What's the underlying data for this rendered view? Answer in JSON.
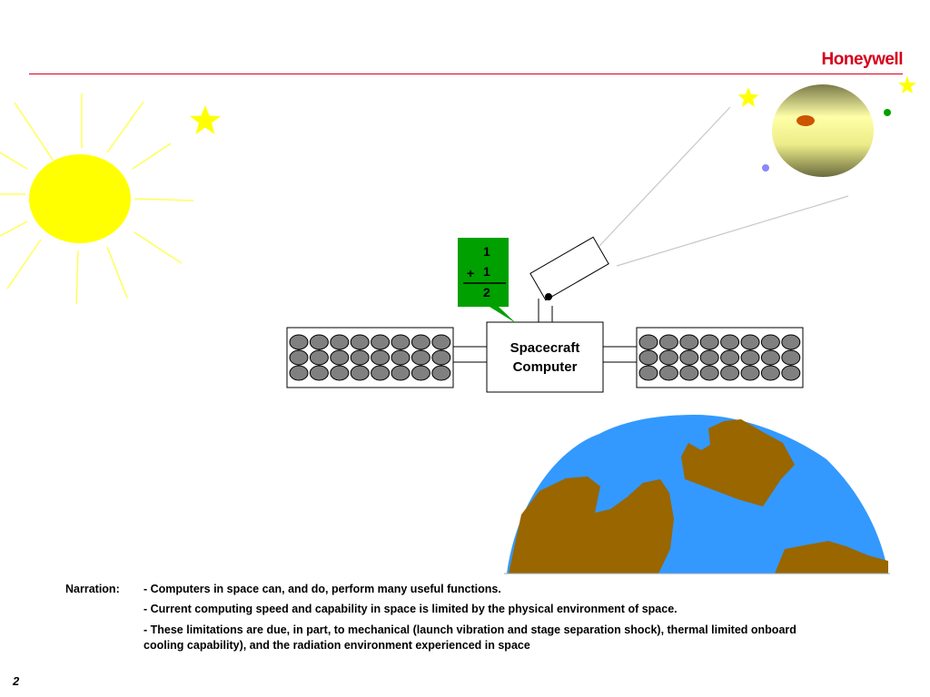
{
  "brand": {
    "logo_text": "Honeywell",
    "accent_color": "#d6001c"
  },
  "diagram": {
    "computer_label_line1": "Spacecraft",
    "computer_label_line2": "Computer",
    "math": {
      "top": "1",
      "operator": "+",
      "second": "1",
      "result": "2"
    },
    "colors": {
      "sun": "#ffff00",
      "bubble": "#00a000",
      "ocean": "#3399ff",
      "land": "#996600",
      "cell": "#808080"
    }
  },
  "narration": {
    "label": "Narration:",
    "lines": [
      "-  Computers in space can, and do, perform many useful functions.",
      "-  Current computing speed and capability in space is limited by the physical environment of space.",
      "-  These limitations are due, in part, to mechanical (launch vibration and stage separation shock), thermal limited onboard cooling capability), and the radiation environment experienced in space"
    ]
  },
  "page_number": "2"
}
